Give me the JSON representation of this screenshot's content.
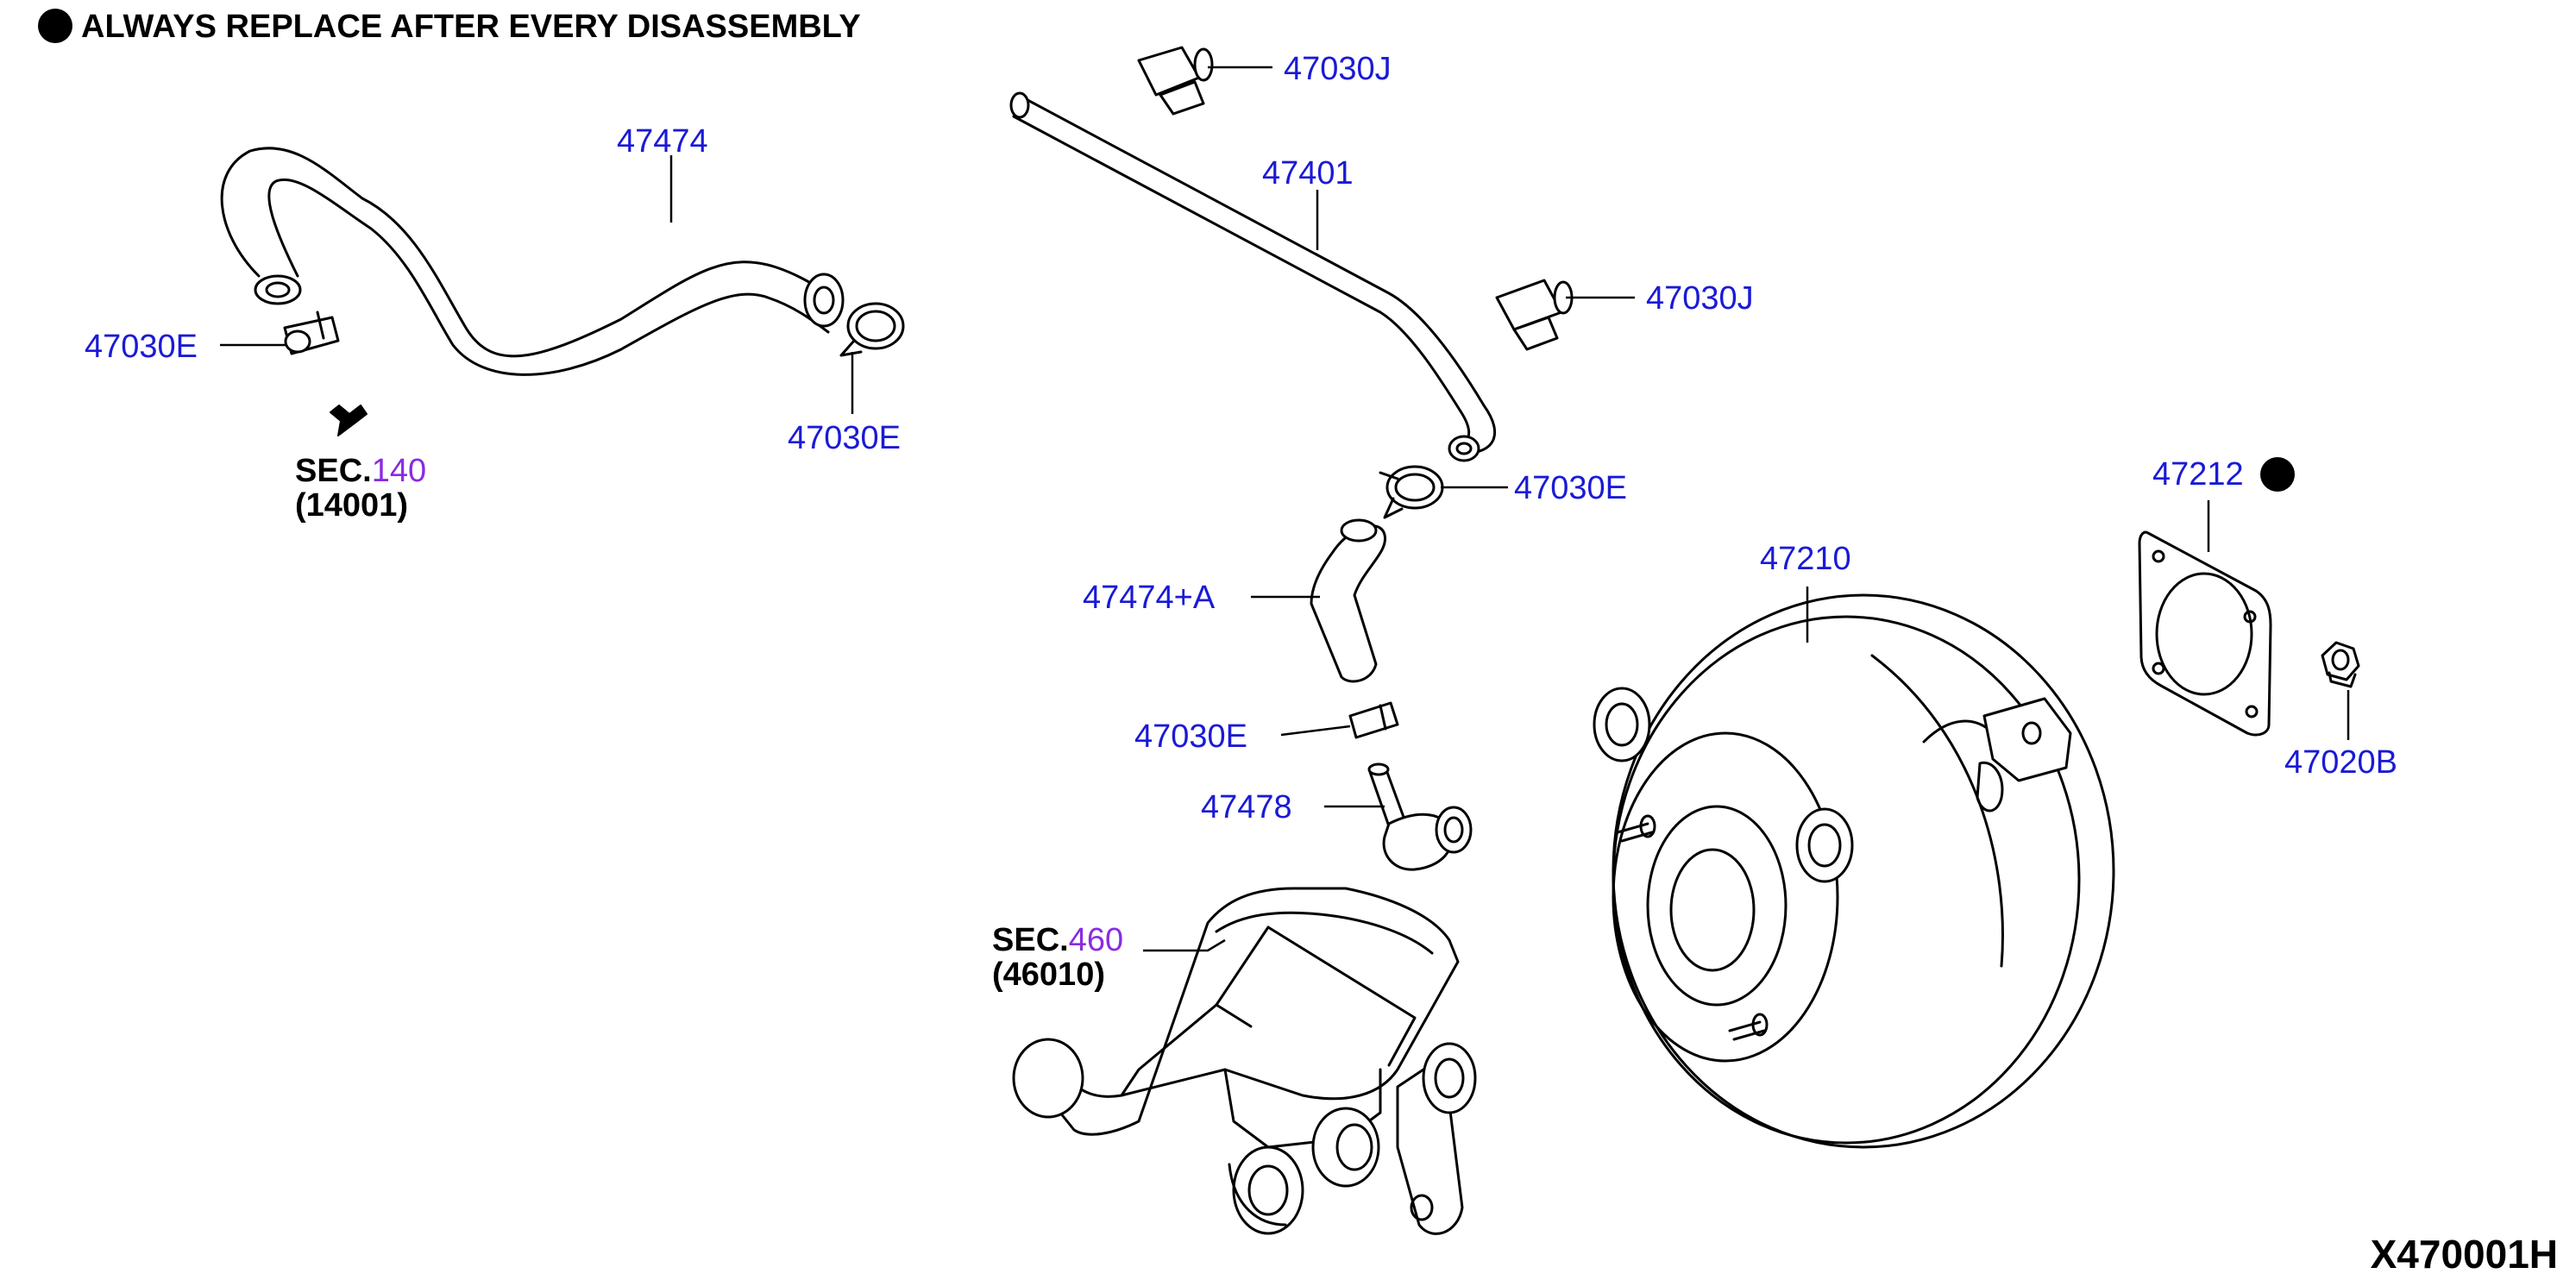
{
  "note": {
    "text": "ALWAYS REPLACE AFTER EVERY DISASSEMBLY"
  },
  "parts": {
    "p47474": "47474",
    "p47030E_left": "47030E",
    "p47030E_mid": "47030E",
    "p47030J_top": "47030J",
    "p47401": "47401",
    "p47030J_mid": "47030J",
    "p47030E_right": "47030E",
    "p47474A": "47474+A",
    "p47030E_lower": "47030E",
    "p47478": "47478",
    "p47212": "47212",
    "p47210": "47210",
    "p47020B": "47020B"
  },
  "sections": {
    "sec140": {
      "prefix": "SEC.",
      "num": "140",
      "sub": "(14001)"
    },
    "sec460": {
      "prefix": "SEC.",
      "num": "460",
      "sub": "(46010)"
    }
  },
  "diagram_code": "X470001H",
  "colors": {
    "part_label": "#1a1ad6",
    "section_number": "#8a2be2"
  },
  "icons": {
    "replace_marker": "filled-circle-icon",
    "direction_arrow": "arrow-down-left-icon"
  }
}
